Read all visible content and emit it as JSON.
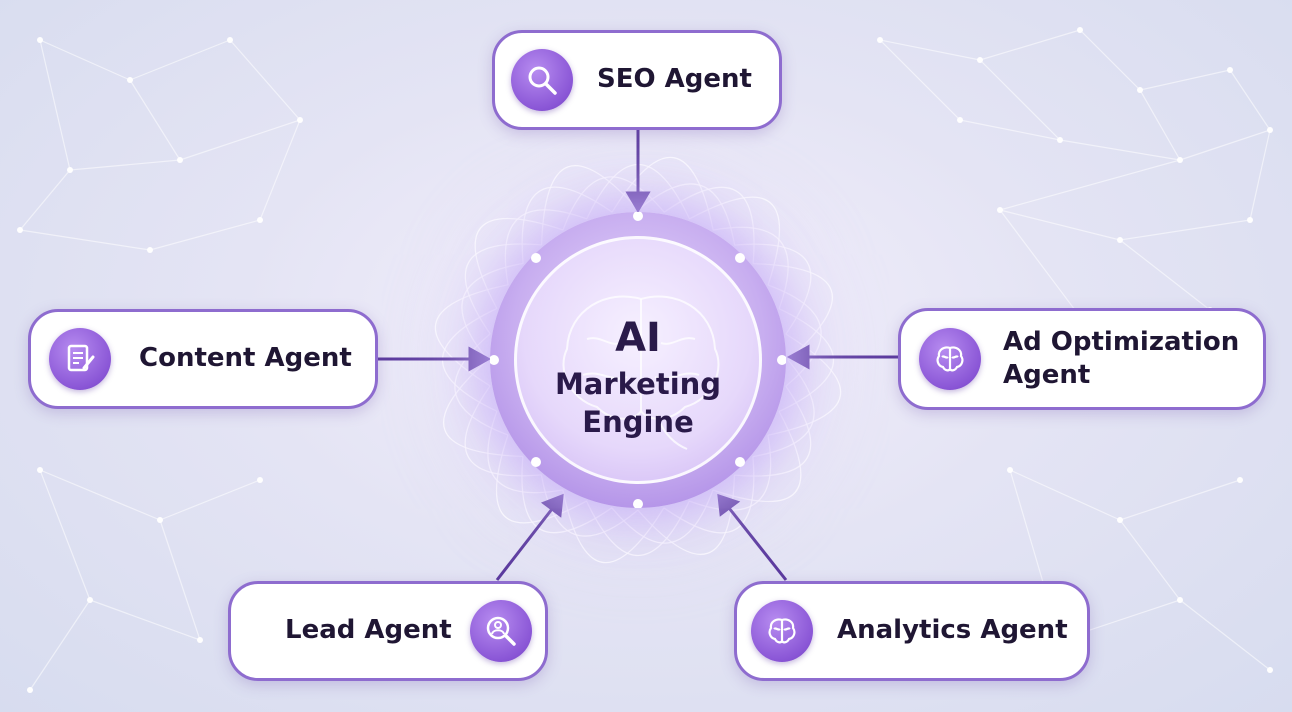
{
  "hub": {
    "line1": "AI",
    "line2": "Marketing",
    "line3": "Engine"
  },
  "agents": {
    "seo": {
      "label": "SEO Agent",
      "icon": "magnifier-icon"
    },
    "content": {
      "label": "Content Agent",
      "icon": "document-edit-icon"
    },
    "ad": {
      "label1": "Ad Optimization",
      "label2": "Agent",
      "icon": "brain-icon"
    },
    "lead": {
      "label": "Lead Agent",
      "icon": "person-search-icon"
    },
    "analytics": {
      "label": "Analytics Agent",
      "icon": "brain-icon"
    }
  },
  "colors": {
    "accent": "#8a56d6",
    "arrow": "#5b3a9e",
    "border": "#8e6ccf",
    "text": "#1f1633"
  }
}
